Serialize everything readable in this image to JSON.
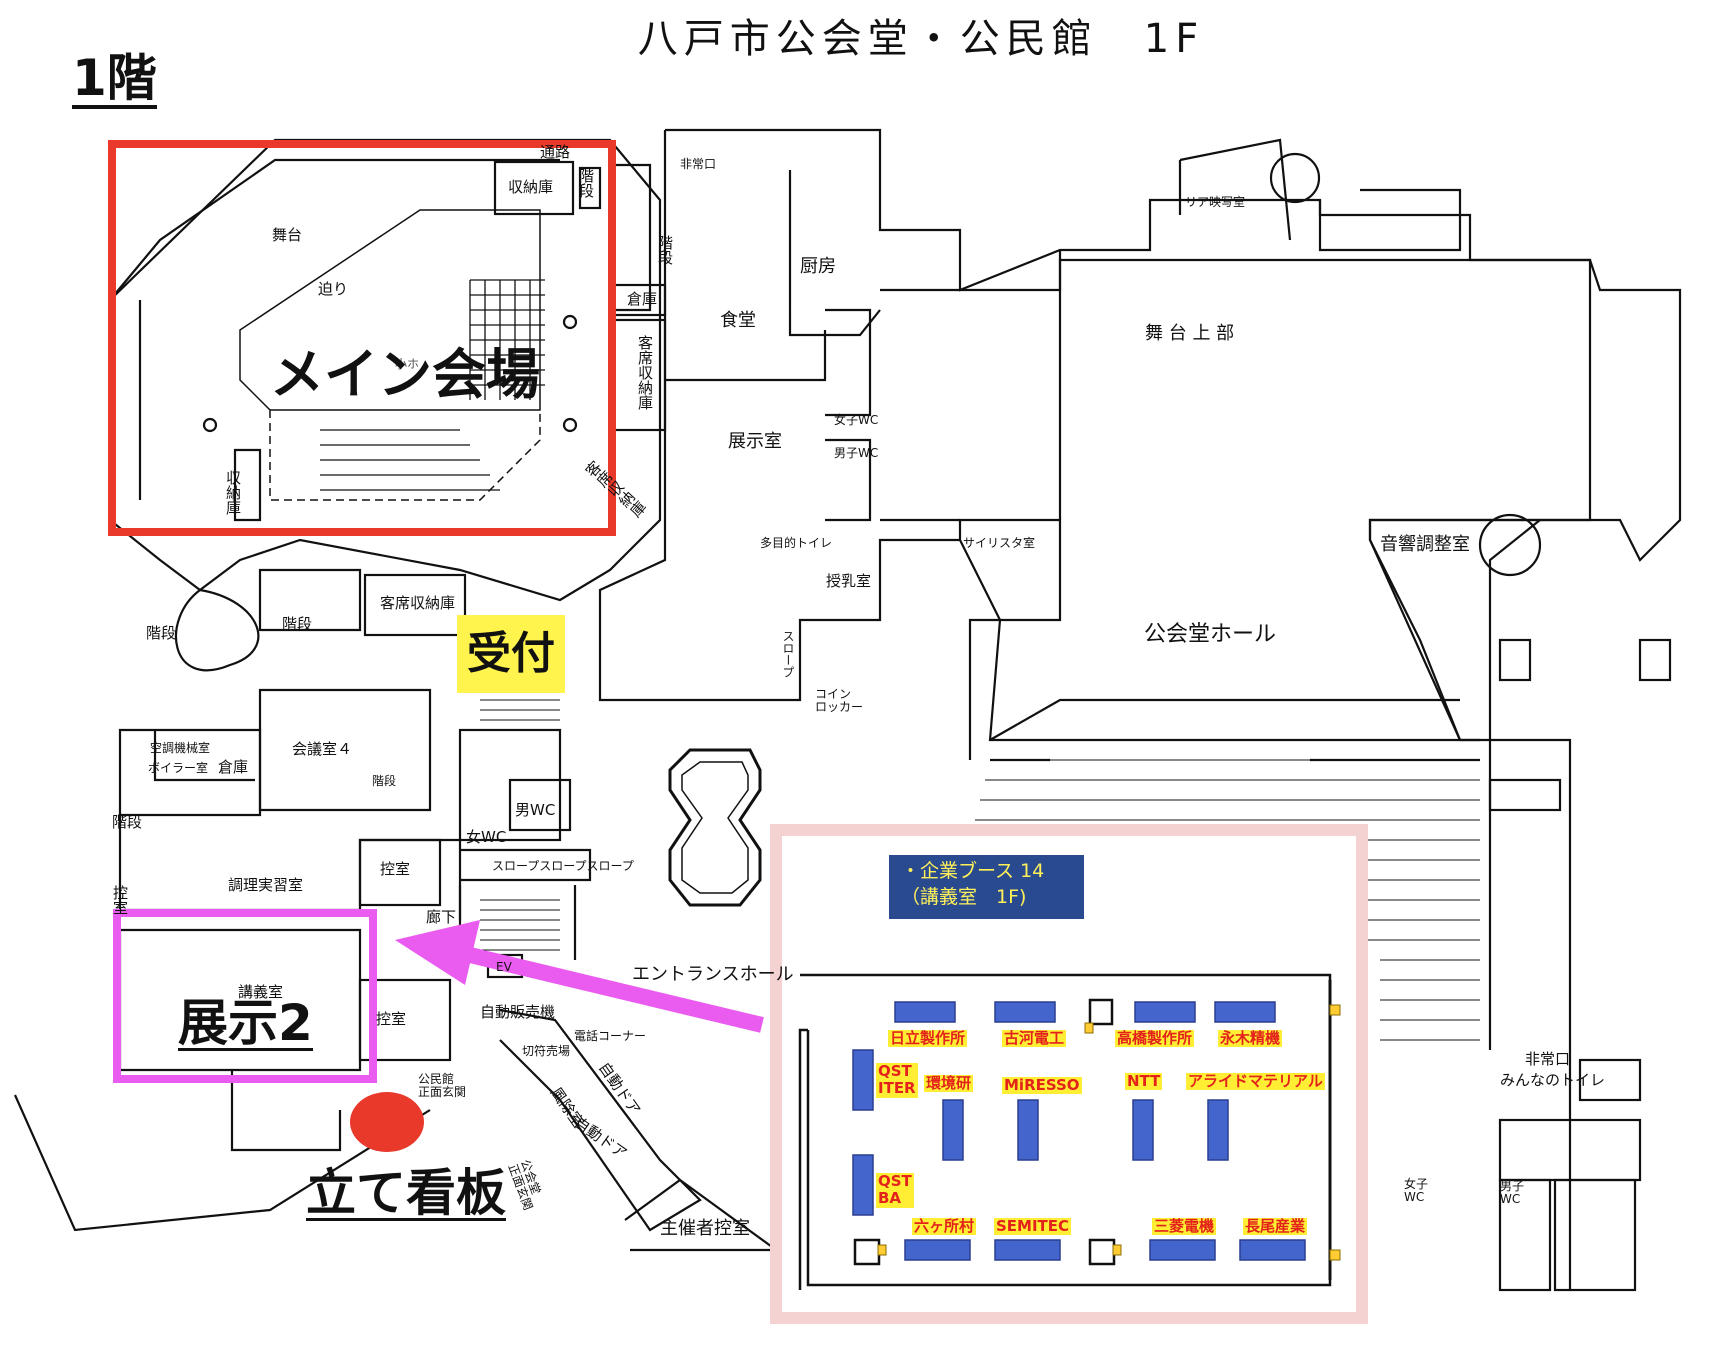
{
  "header": {
    "title": "八戸市公会堂・公民館　1F",
    "floor_label": "1階"
  },
  "highlights": {
    "main_venue": "メイン会場",
    "reception": "受付",
    "exhibit2": "展示2",
    "signboard": "立て看板",
    "colors": {
      "red_box": "#e8392a",
      "magenta_box": "#ea5cf0",
      "arrow": "#ea5cf0",
      "reception_bg": "#fff34d",
      "booth_panel": "#f4d9d9",
      "booth_label_red": "#e3231b",
      "booth_label_bg": "#ffee33",
      "info_box_bg": "#2a4a8f",
      "desk_blue": "#3a5cc4"
    }
  },
  "rooms": {
    "tsuro": "通路",
    "shunoko_top": "収納庫",
    "kaidan_top": "階段",
    "butai": "舞台",
    "seri": "迫り",
    "shunoko_left": "収納庫",
    "kaidan_right1": "階段",
    "soko_top": "倉庫",
    "kyakuseki_shunoko_right": "客席収納庫",
    "kyakuseki_shunoko_diag": "客席収納庫",
    "hijoguchi_top": "非常口",
    "rear_eisha": "リア映写室",
    "chubo": "厨房",
    "shokudo": "食堂",
    "butai_jobu": "舞 台 上 部",
    "joshi_wc": "女子WC",
    "danshi_wc": "男子WC",
    "tenjishitsu": "展示室",
    "tamokuteki": "多目的トイレ",
    "junyushitsu": "授乳室",
    "sairisuta": "サイリスタ室",
    "onkyo": "音響調整室",
    "kokaido_hall": "公会堂ホール",
    "kaidan_spiral": "階段",
    "kaidan_mid": "階段",
    "kyakuseki_shunoko_mid": "客席収納庫",
    "slope_vertical": "スロープ",
    "coin_locker": "コイン\nロッカー",
    "kucho": "空調機械室",
    "boiler": "ボイラー室",
    "soko_left": "倉庫",
    "kaigi4": "会議室４",
    "kaidan_small": "階段",
    "kaidan_left": "階段",
    "chorishitsu": "調理実習室",
    "hikaeshitsu1": "控室",
    "hikaeshitsu2": "控室",
    "hikaeshitsu_vert": "控室",
    "otoko_wc": "男WC",
    "onna_wc": "女WC",
    "slope_row": "スロープスロープスロープ",
    "roka": "廊下",
    "entrance_hall": "エントランスホール",
    "ev": "EV",
    "jidohanbaiki": "自動販売機",
    "kippu": "切符売場",
    "denwa": "電話コーナー",
    "kozashitsu": "講義室",
    "fujoshitsu": "風除室",
    "jido_door1": "自動ドア",
    "jido_door2": "自動ドア",
    "kominkan_entrance": "公民館\n正面玄関",
    "kokaido_entrance": "公会堂\n正面玄関",
    "shusaisha": "主催者控室",
    "minna_toilet": "みんなのトイレ",
    "hijoguchi_right": "非常口",
    "joshi_wc_right": "女子\nWC",
    "danshi_wc_right": "男子\nWC",
    "shoho_mask": "小ホ"
  },
  "booth_panel": {
    "info_line1": "・企業ブース 14",
    "info_line2": "（講義室　1F)",
    "booths": [
      "日立製作所",
      "古河電工",
      "高橋製作所",
      "永木精機",
      "QST\nITER",
      "環境研",
      "MiRESSO",
      "NTT",
      "アライドマテリアル",
      "QST\nBA",
      "六ヶ所村",
      "SEMITEC",
      "三菱電機",
      "長尾産業"
    ]
  }
}
